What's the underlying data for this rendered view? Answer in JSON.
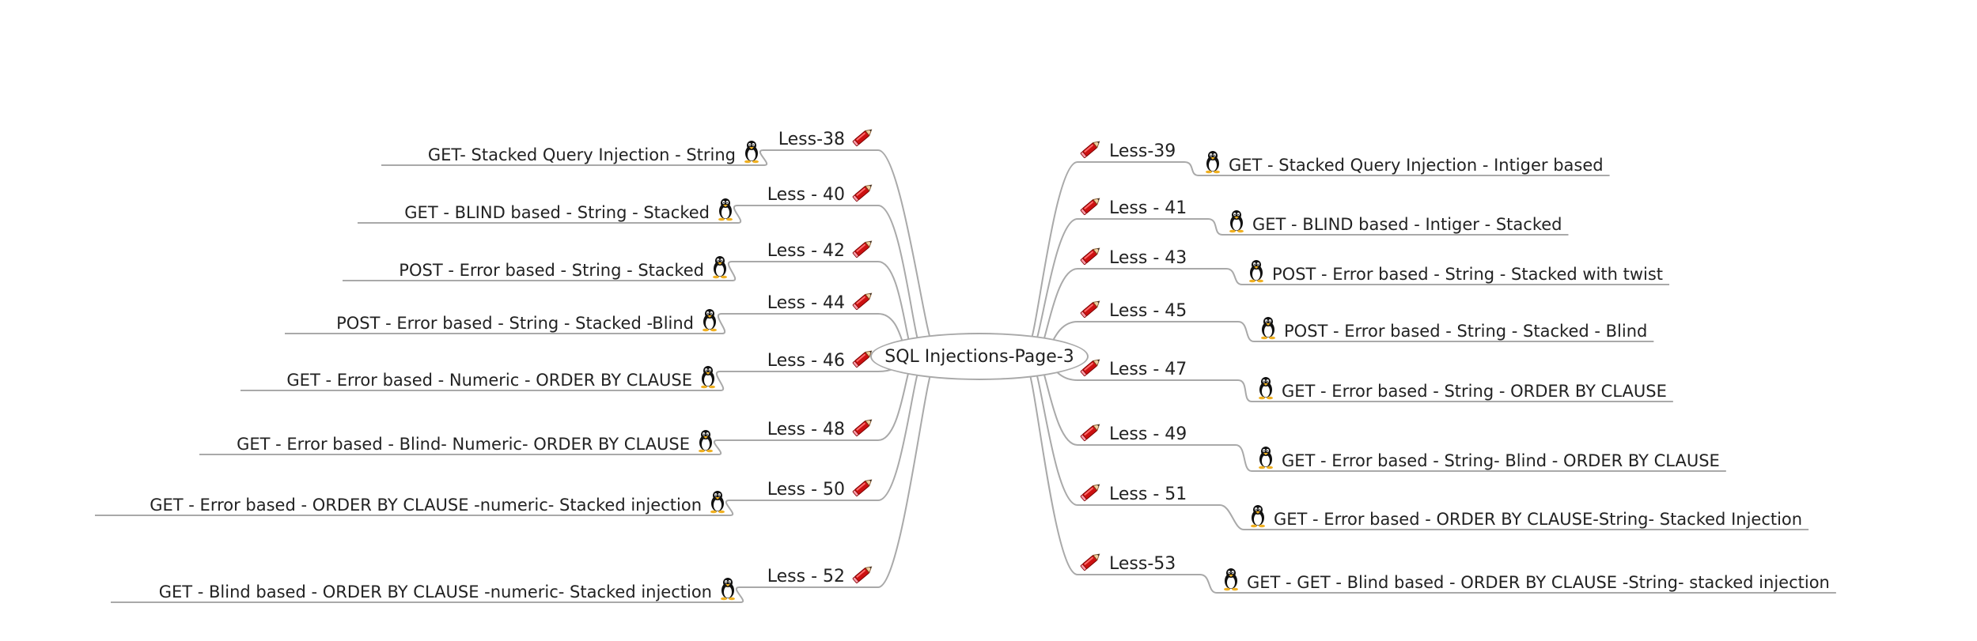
{
  "root": {
    "label": "SQL Injections-Page-3"
  },
  "left_branches": [
    {
      "lesson": "Less-38",
      "topic": "GET- Stacked Query Injection - String"
    },
    {
      "lesson": "Less - 40",
      "topic": "GET - BLIND based - String - Stacked"
    },
    {
      "lesson": "Less - 42",
      "topic": "POST - Error based - String - Stacked"
    },
    {
      "lesson": "Less - 44",
      "topic": "POST - Error based - String - Stacked -Blind"
    },
    {
      "lesson": "Less - 46",
      "topic": "GET - Error based - Numeric - ORDER BY CLAUSE"
    },
    {
      "lesson": "Less - 48",
      "topic": "GET - Error based - Blind- Numeric- ORDER BY CLAUSE"
    },
    {
      "lesson": "Less - 50",
      "topic": "GET - Error based - ORDER BY CLAUSE -numeric- Stacked injection"
    },
    {
      "lesson": "Less - 52",
      "topic": "GET - Blind based - ORDER BY CLAUSE -numeric- Stacked injection"
    }
  ],
  "right_branches": [
    {
      "lesson": "Less-39",
      "topic": "GET -  Stacked Query Injection - Intiger based"
    },
    {
      "lesson": "Less - 41",
      "topic": "GET - BLIND based - Intiger - Stacked"
    },
    {
      "lesson": "Less - 43",
      "topic": "POST - Error based - String - Stacked with twist"
    },
    {
      "lesson": "Less - 45",
      "topic": "POST - Error based - String - Stacked - Blind"
    },
    {
      "lesson": "Less - 47",
      "topic": "GET - Error based - String - ORDER BY CLAUSE"
    },
    {
      "lesson": "Less - 49",
      "topic": "GET - Error based - String- Blind - ORDER BY CLAUSE"
    },
    {
      "lesson": "Less - 51",
      "topic": "GET - Error based - ORDER BY CLAUSE-String- Stacked Injection"
    },
    {
      "lesson": "Less-53",
      "topic": "GET - GET - Blind based - ORDER BY CLAUSE -String- stacked injection"
    }
  ],
  "icons": {
    "lesson_icon": "pencil-icon",
    "topic_icon": "linux-penguin-icon"
  },
  "colors": {
    "edge": "#a9a9a9",
    "pencil": "#cc1111",
    "text": "#222222"
  }
}
